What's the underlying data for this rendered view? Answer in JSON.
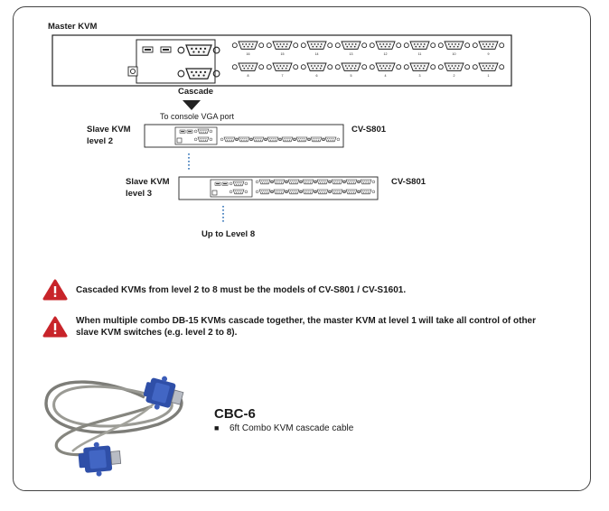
{
  "diagram": {
    "master_label": "Master KVM",
    "cascade_label": "Cascade",
    "console_label": "To console VGA port",
    "slave2": {
      "label_line1": "Slave KVM",
      "label_line2": "level 2",
      "model": "CV-S801"
    },
    "slave3": {
      "label_line1": "Slave KVM",
      "label_line2": "level 3",
      "model": "CV-S801"
    },
    "up_to_label": "Up to Level 8",
    "master_port_numbers_top": [
      "16",
      "15",
      "14",
      "13",
      "12",
      "11",
      "10",
      "9"
    ],
    "master_port_numbers_bottom": [
      "8",
      "7",
      "6",
      "5",
      "4",
      "3",
      "2",
      "1"
    ]
  },
  "warnings": [
    {
      "text": "Cascaded KVMs from level 2 to 8 must be the models of CV-S801 / CV-S1601."
    },
    {
      "line1": "When multiple combo DB-15 KVMs cascade together, the master KVM at level 1 will take all control of other",
      "line2": "slave KVM switches (e.g. level 2 to 8)."
    }
  ],
  "product": {
    "name": "CBC-6",
    "bullet": "■",
    "description": "6ft Combo KVM cascade cable"
  },
  "colors": {
    "warning_red": "#c8242a",
    "frame": "#444444",
    "cable_blue": "#2f4fa8",
    "cable_gray": "#8c8c86"
  },
  "icons": [
    "warning-icon",
    "cascade-arrow-icon",
    "vga-port-icon",
    "usb-port-icon",
    "power-icon"
  ]
}
